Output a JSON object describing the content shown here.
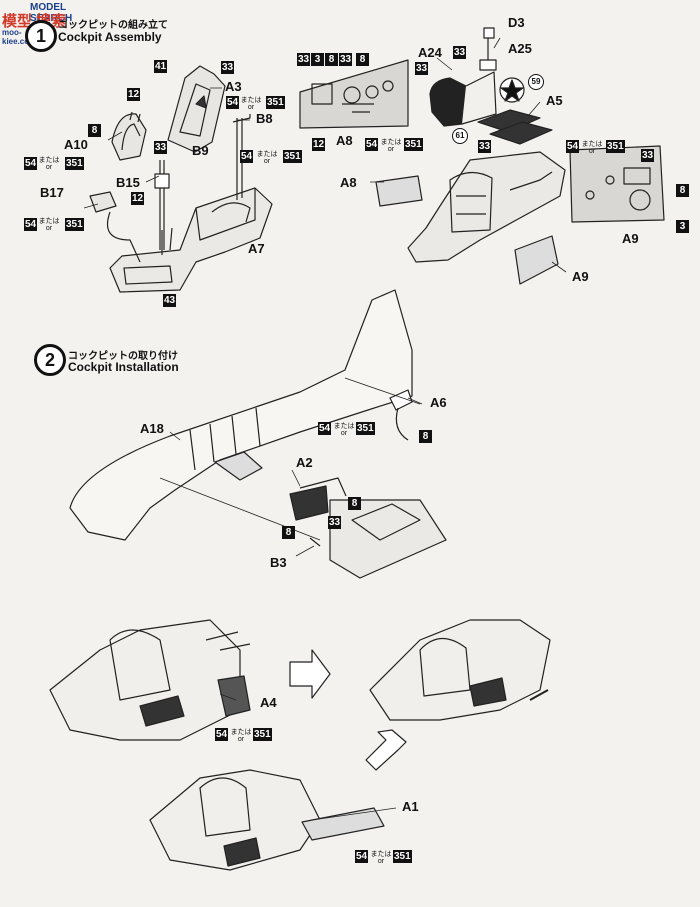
{
  "watermark": {
    "title": "MODEL SEARCH",
    "sub": "模型 搜索",
    "url": "moo-kiee.com"
  },
  "steps": [
    {
      "num": "1",
      "ja": "コックピットの組み立て",
      "en": "Cockpit Assembly"
    },
    {
      "num": "2",
      "ja": "コックピットの取り付け",
      "en": "Cockpit Installation"
    }
  ],
  "paint_or": {
    "ja": "または",
    "en": "or"
  },
  "step1_left": {
    "parts": [
      "A3",
      "A10",
      "B8",
      "B9",
      "B15",
      "B17",
      "A7"
    ],
    "paints": [
      "41",
      "33",
      "12",
      "8",
      "54",
      "351",
      "33",
      "12",
      "43",
      "54",
      "351",
      "54",
      "351",
      "54",
      "351"
    ]
  },
  "step1_mid": {
    "part": "A8",
    "paints": [
      "33",
      "3",
      "8",
      "33",
      "8",
      "12",
      "54",
      "351"
    ]
  },
  "step1_right": {
    "parts": [
      "D3",
      "A24",
      "A25",
      "A5",
      "A8",
      "A9",
      "A9"
    ],
    "paints": [
      "33",
      "33",
      "33",
      "54",
      "351",
      "54",
      "351",
      "33",
      "8",
      "3"
    ],
    "decals": [
      "59",
      "61"
    ]
  },
  "step2_top": {
    "parts": [
      "A18",
      "A2",
      "A6",
      "B3"
    ],
    "paints": [
      "54",
      "351",
      "8",
      "8",
      "33",
      "8"
    ]
  },
  "step2_bottom": {
    "parts": [
      "A4",
      "A1"
    ],
    "paints": [
      "54",
      "351",
      "54",
      "351"
    ]
  }
}
